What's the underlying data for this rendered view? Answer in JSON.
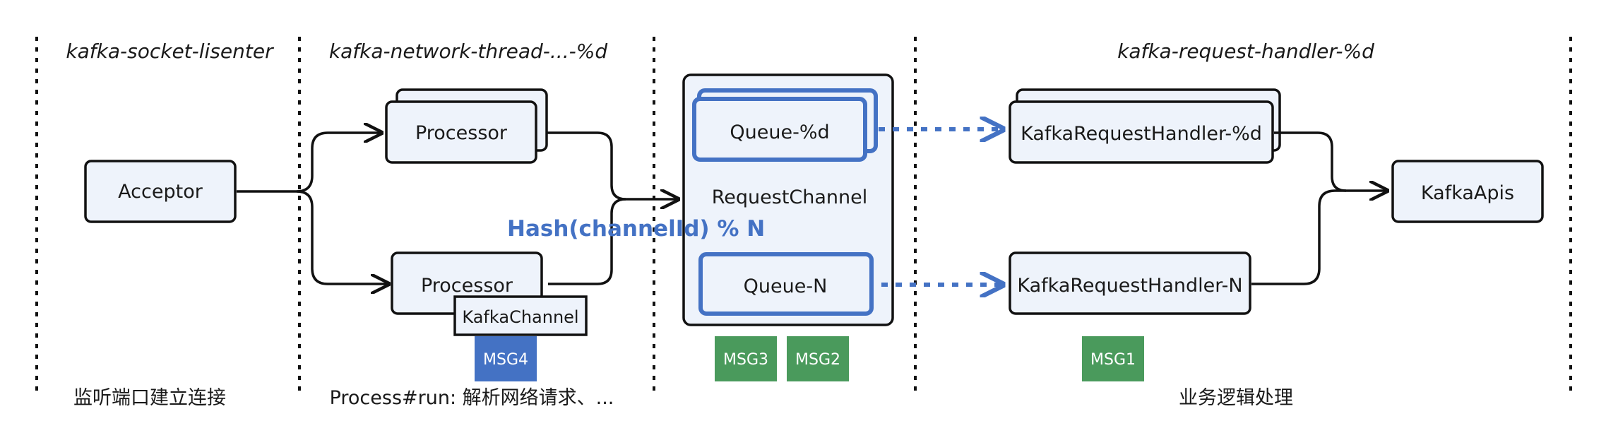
{
  "columns": {
    "socket_listener": {
      "title": "kafka-socket-lisenter",
      "footer": "监听端口建立连接"
    },
    "network_thread": {
      "title": "kafka-network-thread-...-%d",
      "footer": "Process#run: 解析网络请求、..."
    },
    "request_channel": {
      "title": "",
      "footer": ""
    },
    "request_handler": {
      "title": "kafka-request-handler-%d",
      "footer": "业务逻辑处理"
    }
  },
  "nodes": {
    "acceptor": "Acceptor",
    "processor_top": "Processor",
    "processor_bottom": "Processor",
    "kafka_channel": "KafkaChannel",
    "request_channel": "RequestChannel",
    "queue_top": "Queue-%d",
    "queue_bottom": "Queue-N",
    "handler_top": "KafkaRequestHandler-%d",
    "handler_bottom": "KafkaRequestHandler-N",
    "kafka_apis": "KafkaApis"
  },
  "hash_label": "Hash(channelId) % N",
  "messages": {
    "msg4": "MSG4",
    "msg3": "MSG3",
    "msg2": "MSG2",
    "msg1": "MSG1"
  },
  "colors": {
    "node_fill": "#eef3fb",
    "accent_blue": "#4472c4",
    "msg_blue": "#4472c4",
    "msg_green": "#4a9a5c",
    "stroke": "#111111"
  }
}
